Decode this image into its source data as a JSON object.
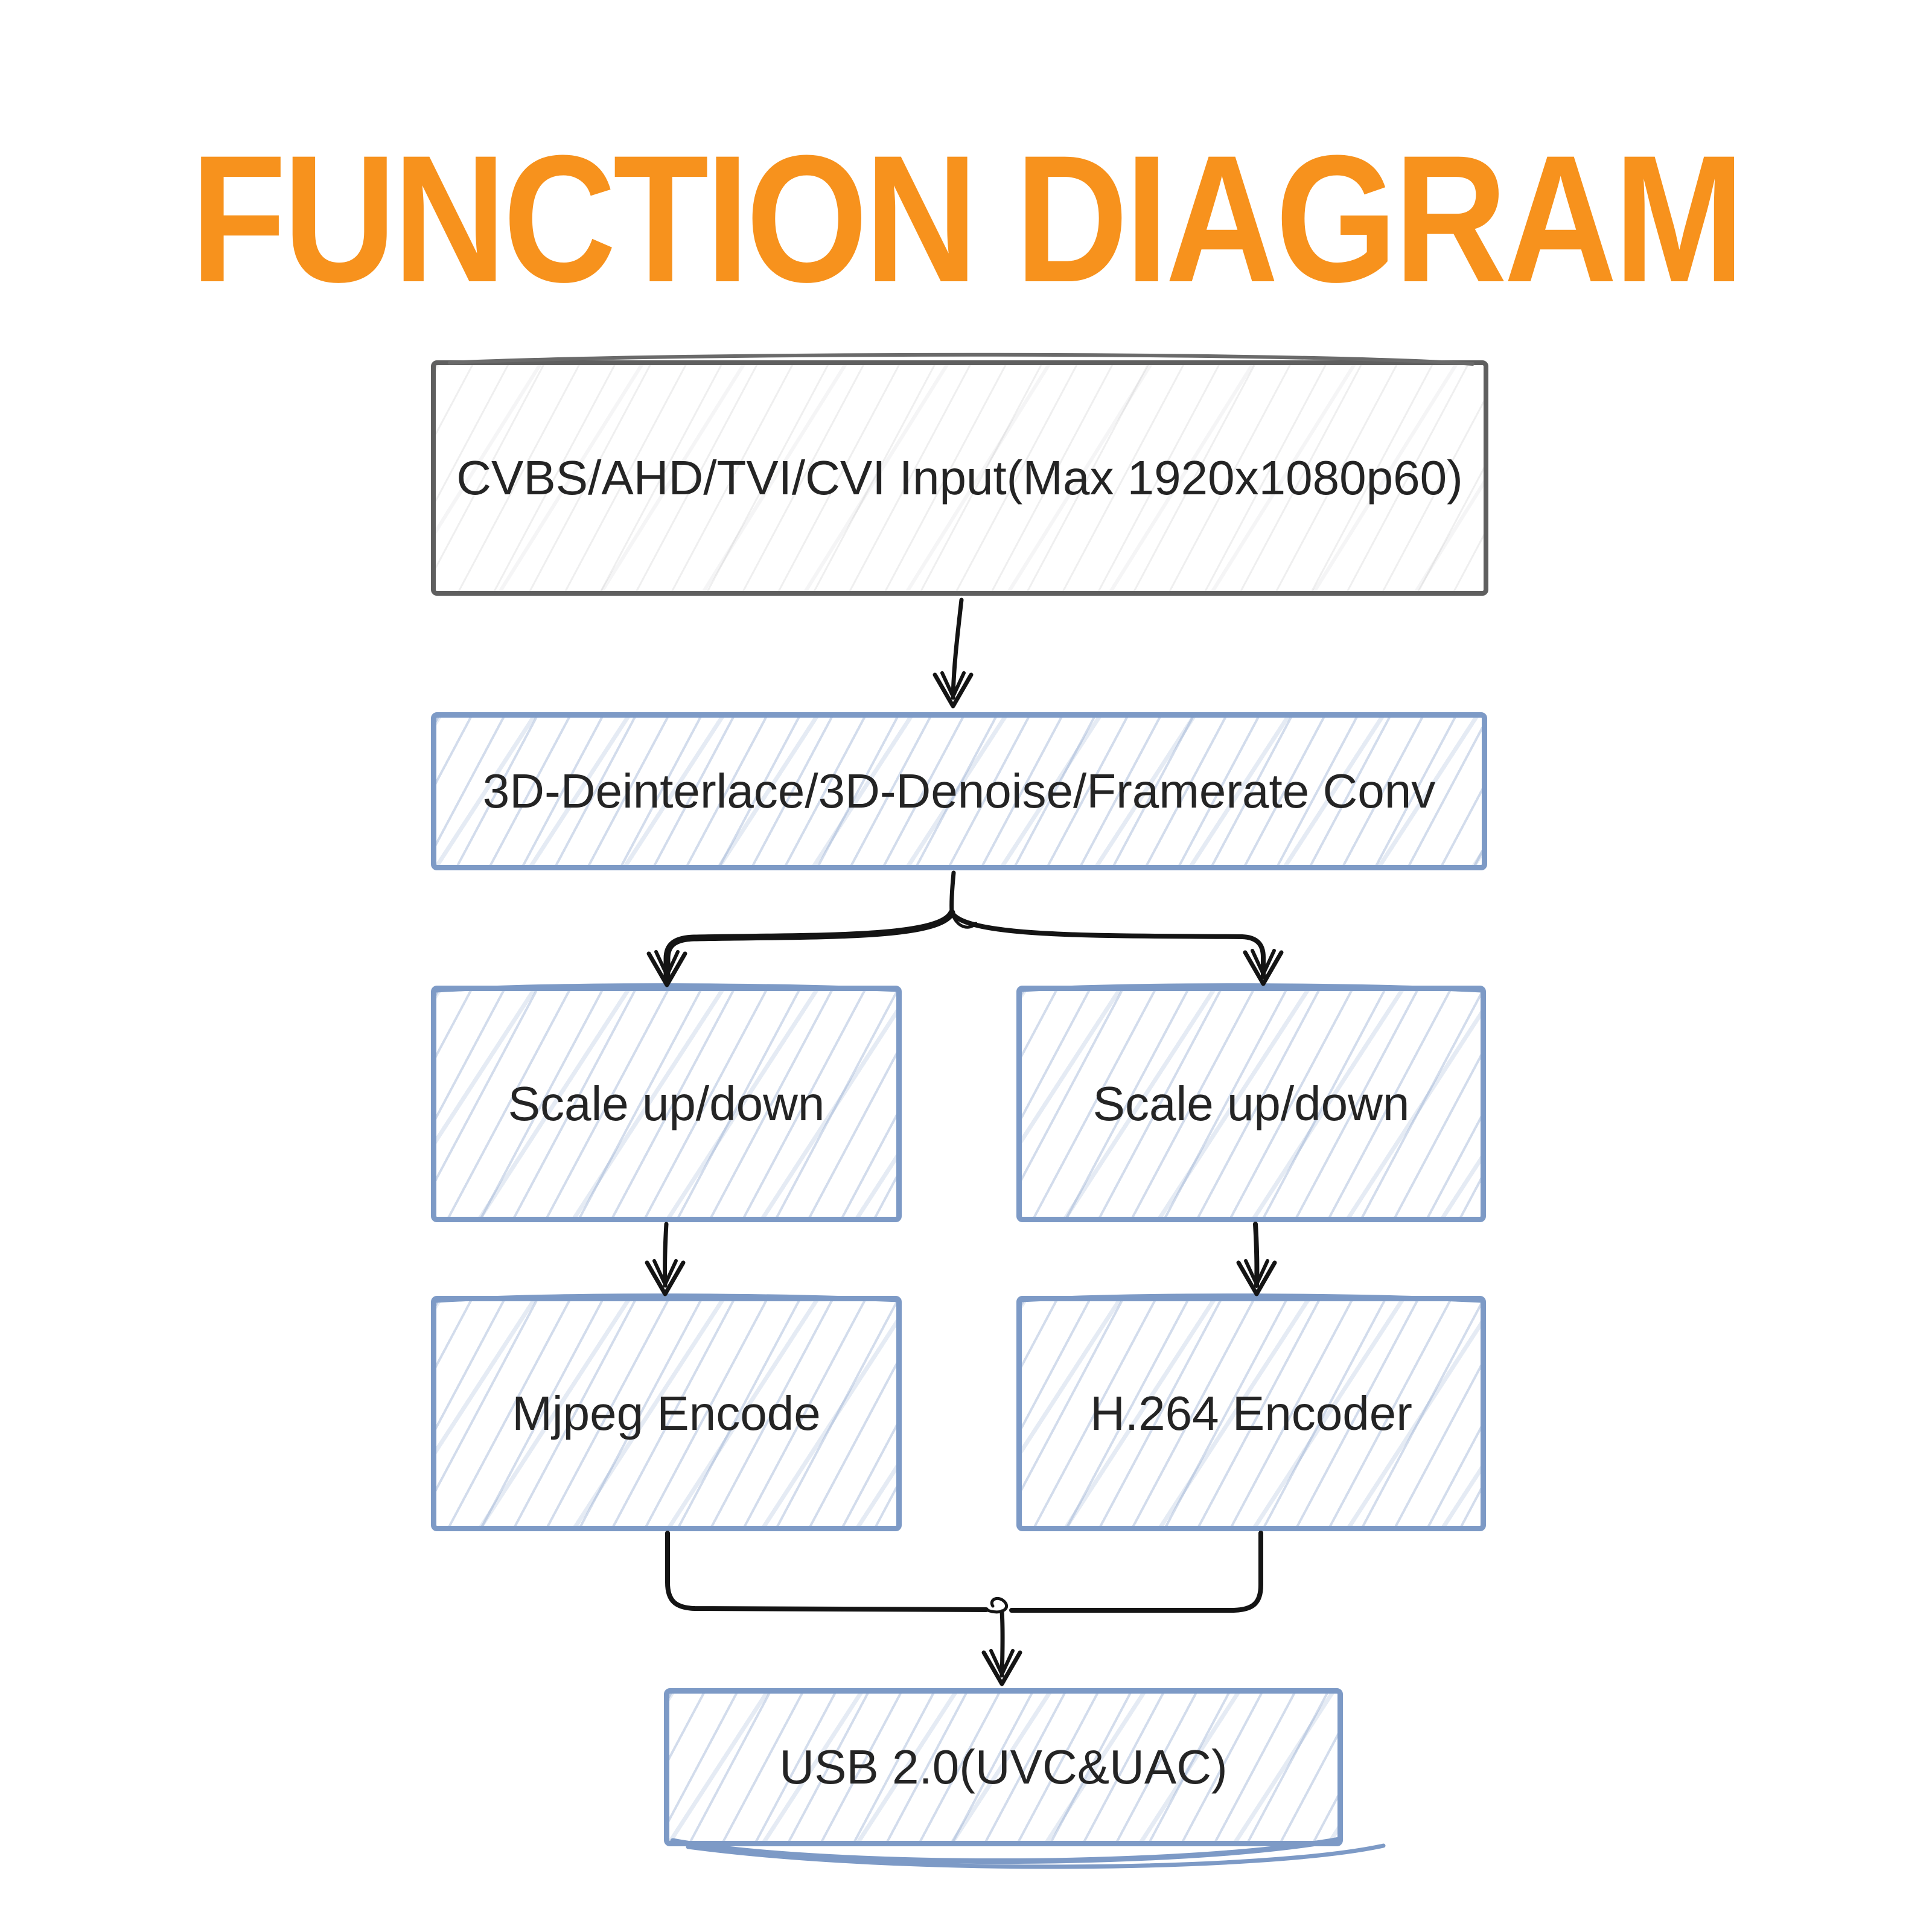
{
  "title": {
    "text": "FUNCTION DIAGRAM"
  },
  "diagram": {
    "nodes": [
      {
        "id": "input",
        "label": "CVBS/AHD/TVI/CVI Input(Max 1920x1080p60)",
        "style": "gray"
      },
      {
        "id": "process",
        "label": "3D-Deinterlace/3D-Denoise/Framerate Conv",
        "style": "blue"
      },
      {
        "id": "scale_left",
        "label": "Scale up/down",
        "style": "blue"
      },
      {
        "id": "scale_right",
        "label": "Scale up/down",
        "style": "blue"
      },
      {
        "id": "mjpeg",
        "label": "Mjpeg Encode",
        "style": "blue"
      },
      {
        "id": "h264",
        "label": "H.264 Encoder",
        "style": "blue"
      },
      {
        "id": "usb",
        "label": "USB 2.0(UVC&UAC)",
        "style": "blue"
      }
    ],
    "edges": [
      {
        "from": "input",
        "to": "process"
      },
      {
        "from": "process",
        "to": "scale_left"
      },
      {
        "from": "process",
        "to": "scale_right"
      },
      {
        "from": "scale_left",
        "to": "mjpeg"
      },
      {
        "from": "scale_right",
        "to": "h264"
      },
      {
        "from": "mjpeg",
        "to": "usb"
      },
      {
        "from": "h264",
        "to": "usb"
      }
    ]
  },
  "colors": {
    "accent_orange": "#F7921D",
    "box_border_blue": "#7D9AC6",
    "box_border_gray": "#5F5F5F",
    "arrow_black": "#141414",
    "text_dark": "#242424",
    "background": "#FFFFFF"
  }
}
